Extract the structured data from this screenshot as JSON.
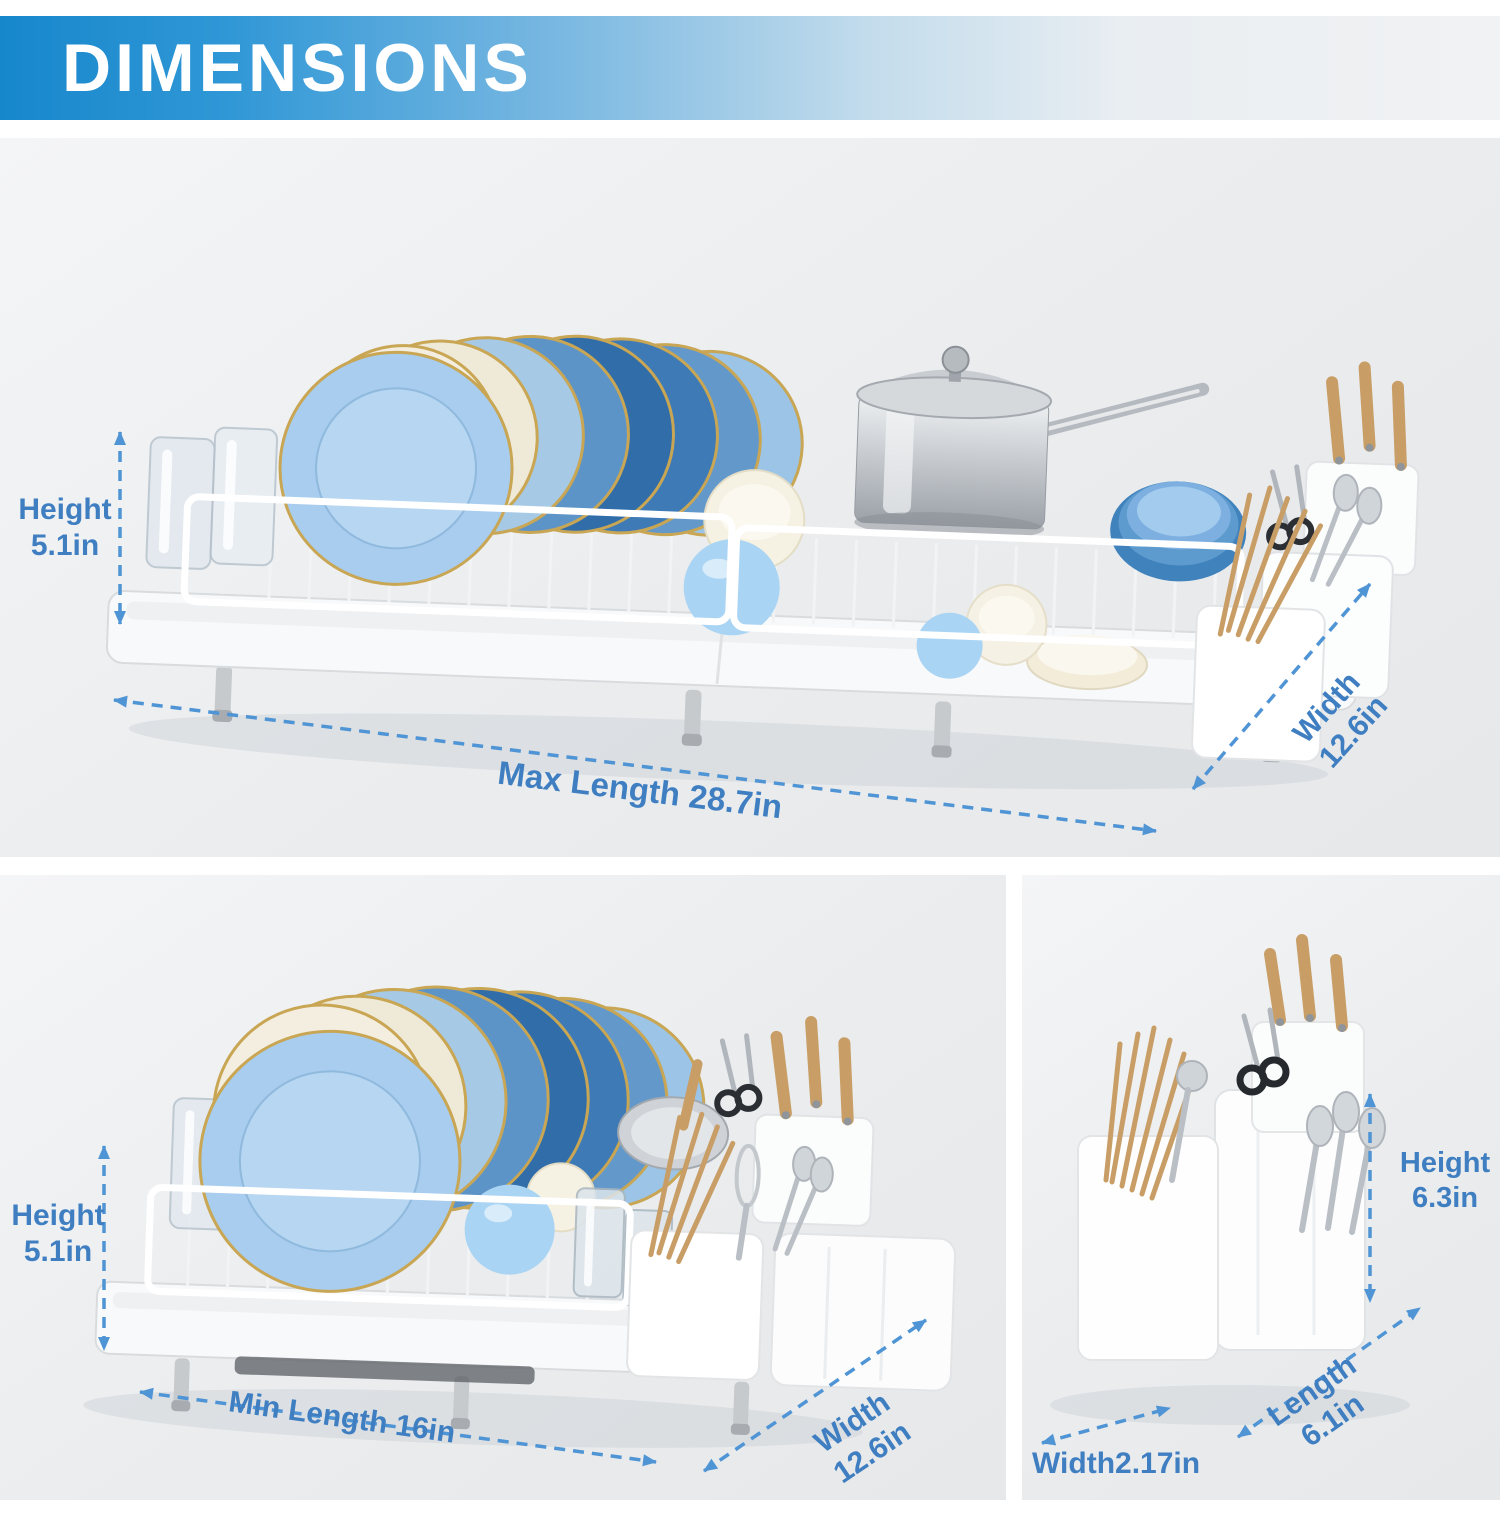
{
  "header": {
    "title": "DIMENSIONS"
  },
  "colors": {
    "banner_blue": "#1787cc",
    "label_blue": "#3f7fc1",
    "arrow_blue": "#4f94d4",
    "panel_gray": "#edeff1",
    "plate_blue": "#3d7ab6",
    "plate_gold_rim": "#c9a654"
  },
  "extended_view": {
    "height_label": "Height",
    "height_value": "5.1in",
    "max_length": "Max Length 28.7in",
    "width": "Width 12.6in"
  },
  "compact_view": {
    "height_label": "Height",
    "height_value": "5.1in",
    "min_length": "Min Length 16in",
    "width": "Width 12.6in"
  },
  "caddy_view": {
    "height_label": "Height",
    "height_value": "6.3in",
    "length": "Length 6.1in",
    "width": "Width2.17in"
  }
}
